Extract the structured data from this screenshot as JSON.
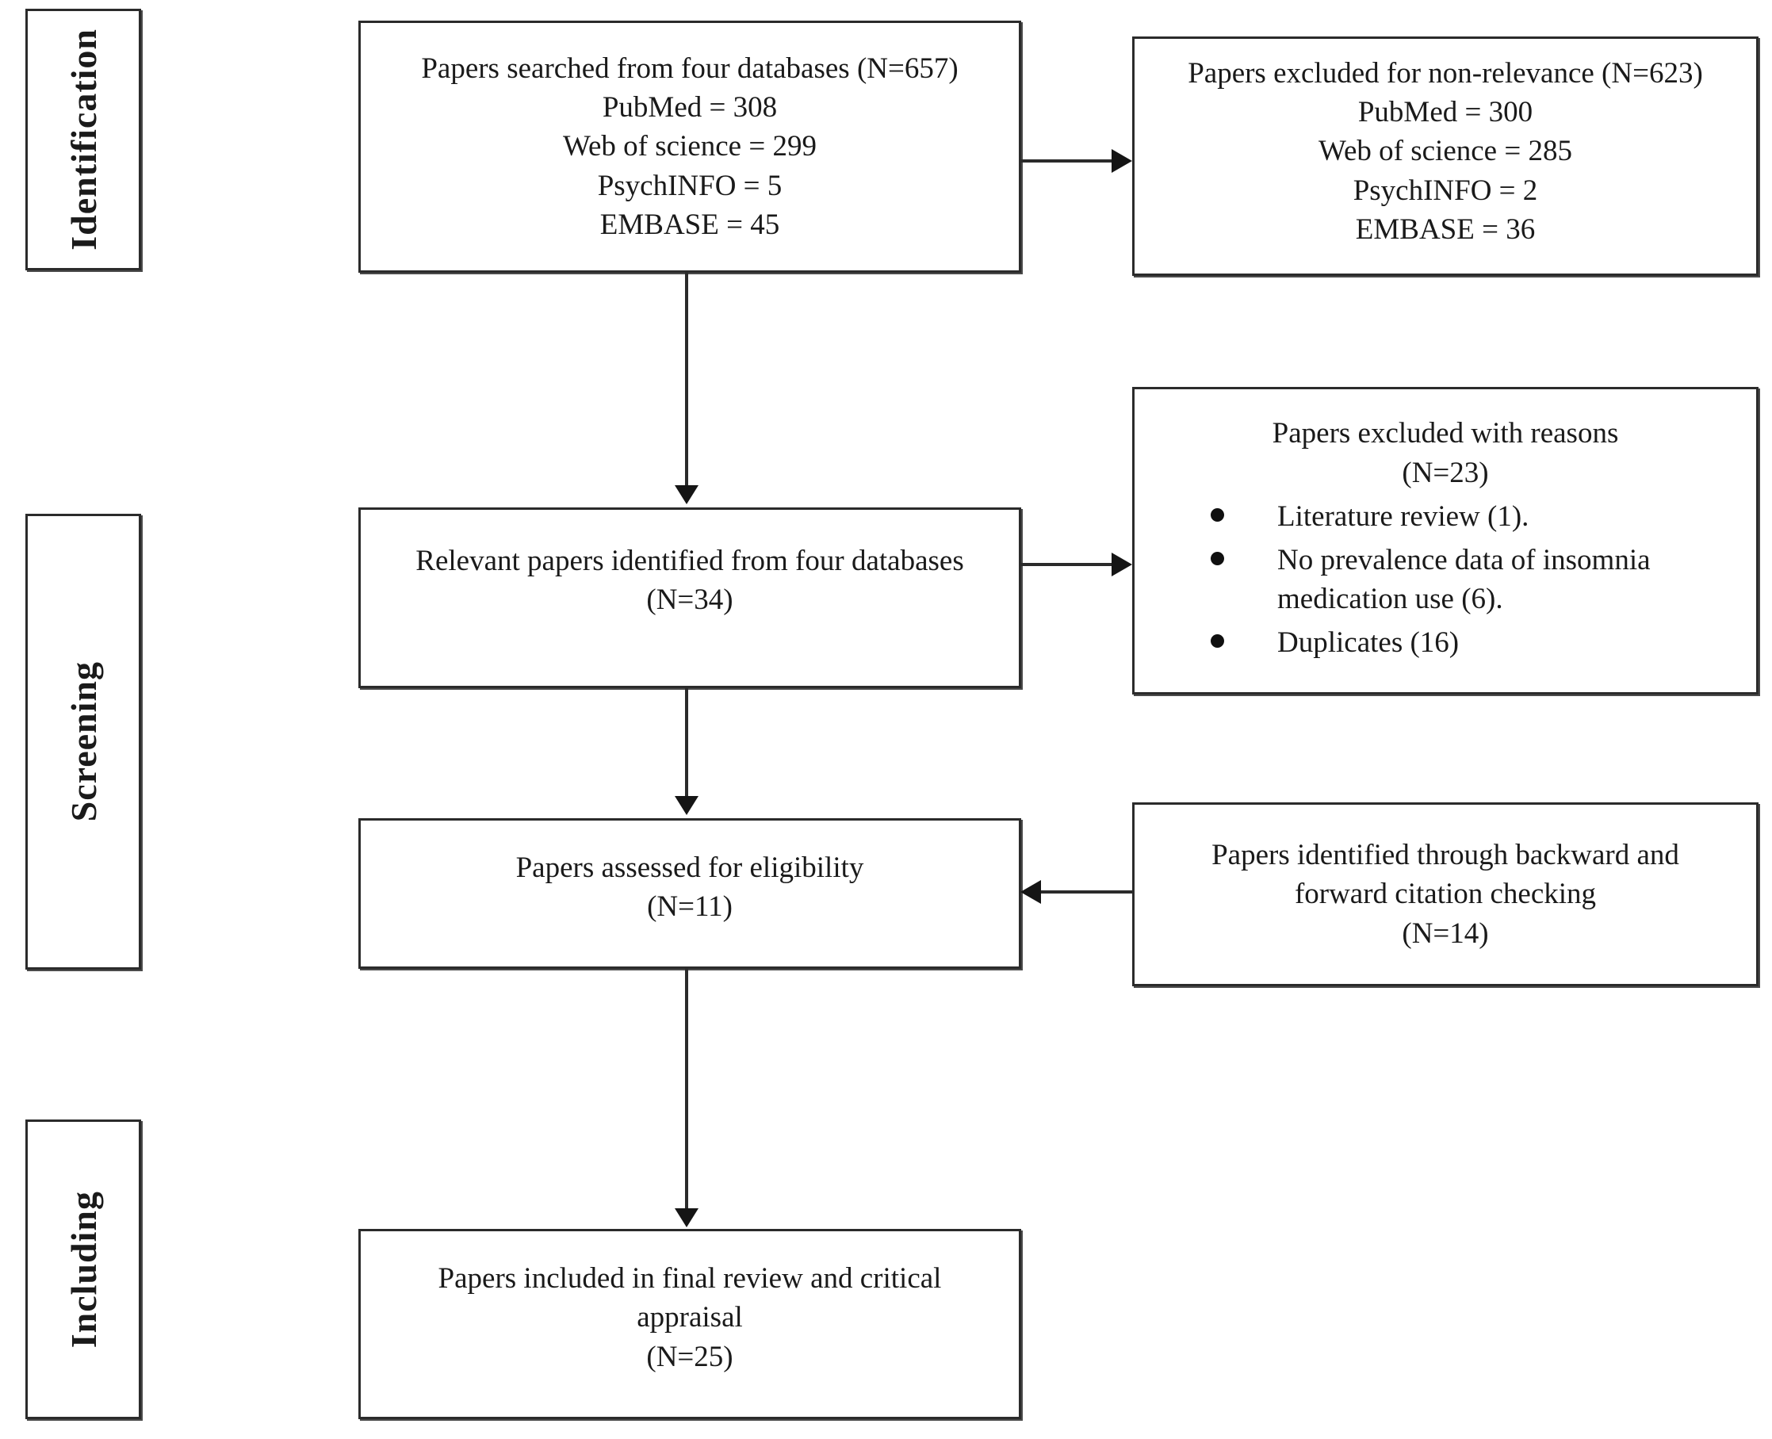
{
  "diagram": {
    "title": "PRISMA study selection flow diagram",
    "stages": [
      {
        "id": "identification",
        "label": "Identification"
      },
      {
        "id": "screening",
        "label": "Screening"
      },
      {
        "id": "including",
        "label": "Including"
      }
    ],
    "main_boxes": [
      {
        "id": "searched",
        "lines": [
          "Papers searched from four databases (N=657)",
          "PubMed = 308",
          "Web of science = 299",
          "PsychINFO = 5",
          "EMBASE = 45"
        ]
      },
      {
        "id": "relevant",
        "lines": [
          "Relevant papers identified from four databases",
          "(N=34)"
        ]
      },
      {
        "id": "eligibility",
        "lines": [
          "Papers assessed for eligibility",
          "(N=11)"
        ]
      },
      {
        "id": "included",
        "lines": [
          "Papers included in final review and critical",
          "appraisal",
          "(N=25)"
        ]
      }
    ],
    "side_boxes": [
      {
        "id": "excluded-non-relevance",
        "lines": [
          "Papers excluded for non-relevance (N=623)",
          "PubMed = 300",
          "Web of science = 285",
          "PsychINFO = 2",
          "EMBASE = 36"
        ]
      },
      {
        "id": "excluded-with-reasons",
        "heading": "Papers excluded with reasons",
        "count": "(N=23)",
        "reasons": [
          "Literature review (1).",
          "No prevalence data of insomnia medication use (6).",
          "Duplicates (16)"
        ]
      },
      {
        "id": "citation-checking",
        "lines": [
          "Papers identified through backward and",
          "forward citation checking",
          "(N=14)"
        ]
      }
    ],
    "colors": {
      "border": "#2b2b2b",
      "arrow": "#151515",
      "background": "#ffffff",
      "text": "#1a1a1a"
    }
  }
}
